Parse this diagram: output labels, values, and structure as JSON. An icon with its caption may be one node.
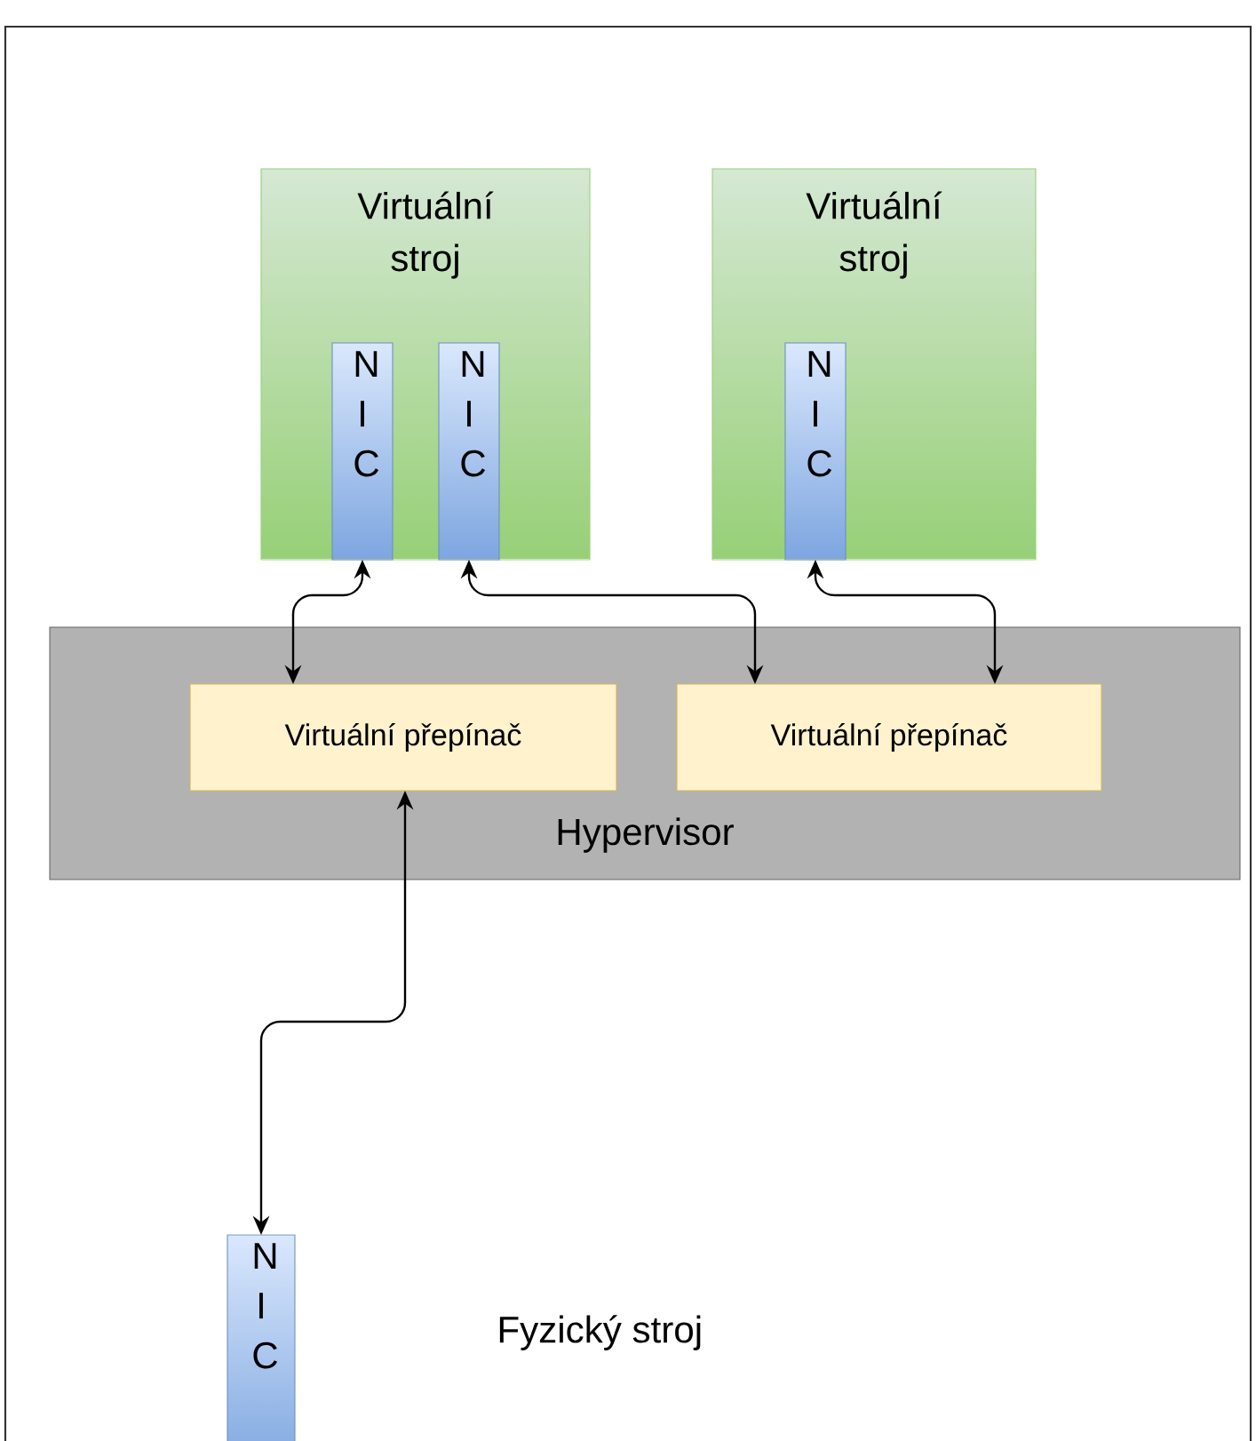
{
  "diagram": {
    "nodes": [
      {
        "text": [
          "Fyzický stroj"
        ]
      },
      {
        "text": [
          "Virtuální stroj"
        ],
        "in": 0
      },
      {
        "text": [
          "N I C"
        ],
        "in": 1
      },
      {
        "text": [
          "N I C"
        ],
        "in": 1
      },
      {
        "text": [
          "Virtuální stroj"
        ],
        "in": 0
      },
      {
        "text": [
          "N I C"
        ],
        "in": 4
      },
      {
        "text": [
          "Hypervisor"
        ],
        "in": 0
      },
      {
        "text": [
          "Virtuální přepínač"
        ],
        "in": 6
      },
      {
        "text": [
          "Virtuální přepínač"
        ],
        "in": 6
      },
      {
        "text": [
          "N I C"
        ],
        "in": 0
      }
    ],
    "edges": [
      {
        "from": 2,
        "to": 7,
        "arrow": "both"
      },
      {
        "from": 3,
        "to": 8,
        "arrow": "both"
      },
      {
        "from": 5,
        "to": 8,
        "arrow": "both"
      },
      {
        "from": 7,
        "to": 9,
        "arrow": "both"
      }
    ]
  }
}
